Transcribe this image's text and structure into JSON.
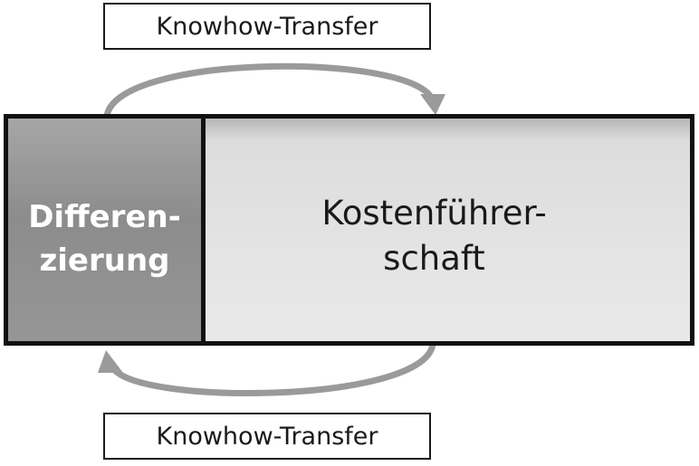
{
  "top_label": "Knowhow-Transfer",
  "bottom_label": "Knowhow-Transfer",
  "left_panel": {
    "line1": "Differen-",
    "line2": "zierung"
  },
  "right_panel": {
    "line1": "Kostenführer-",
    "line2": "schaft"
  },
  "colors": {
    "arrow": "#9a9a9a",
    "border": "#111111",
    "left_fill": "#969696",
    "right_fill": "#e4e4e4"
  }
}
